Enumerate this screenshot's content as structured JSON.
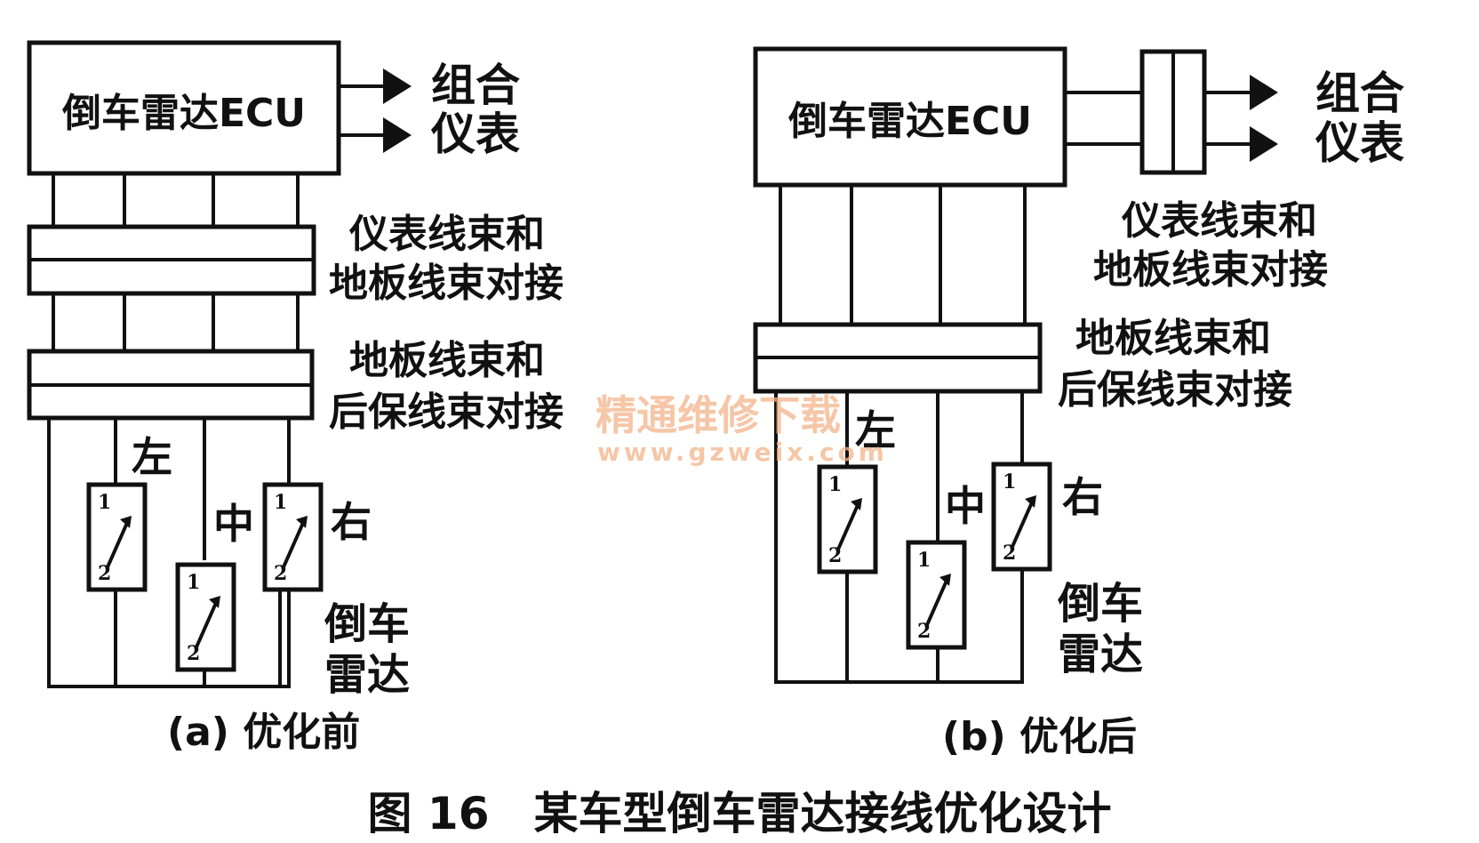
{
  "diagrams": {
    "a": {
      "ecu_label": "倒车雷达ECU",
      "out_label_line1": "组合",
      "out_label_line2": "仪表",
      "connector1_line1": "仪表线束和",
      "connector1_line2": "地板线束对接",
      "connector2_line1": "地板线束和",
      "connector2_line2": "后保线束对接",
      "left_label": "左",
      "middle_label": "中",
      "right_label": "右",
      "radar_label_line1": "倒车",
      "radar_label_line2": "雷达",
      "caption": "(a) 优化前"
    },
    "b": {
      "ecu_label": "倒车雷达ECU",
      "out_label_line1": "组合",
      "out_label_line2": "仪表",
      "connector1_line1": "仪表线束和",
      "connector1_line2": "地板线束对接",
      "connector2_line1": "地板线束和",
      "connector2_line2": "后保线束对接",
      "left_label": "左",
      "middle_label": "中",
      "right_label": "右",
      "radar_label_line1": "倒车",
      "radar_label_line2": "雷达",
      "caption": "(b) 优化后"
    }
  },
  "sensor_pin_top": "1",
  "sensor_pin_bottom": "2",
  "figure_caption": "图 16　某车型倒车雷达接线优化设计",
  "watermark": {
    "line1": "精通维修下载",
    "line2": "www.gzweix.com"
  },
  "colors": {
    "ink": "#111111",
    "watermark": "#f2b48a",
    "background": "#ffffff"
  }
}
